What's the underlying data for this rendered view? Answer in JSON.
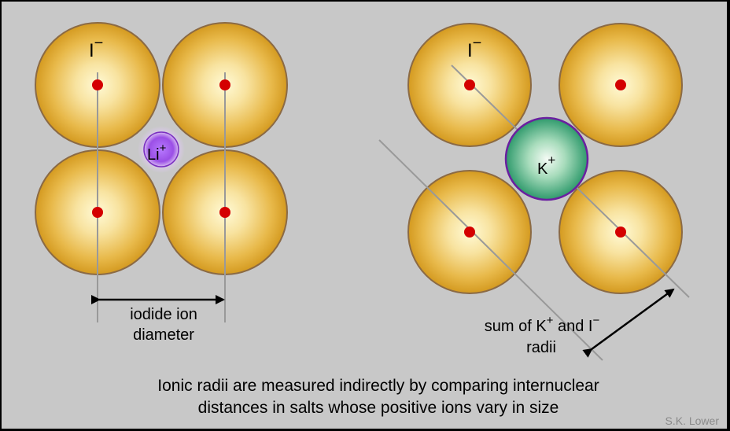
{
  "left_panel": {
    "anion_label": {
      "symbol": "I",
      "charge": "−"
    },
    "cation_label": {
      "symbol": "Li",
      "charge": "+"
    },
    "measure_label": {
      "line1": "iodide ion",
      "line2": "diameter"
    }
  },
  "right_panel": {
    "anion_label": {
      "symbol": "I",
      "charge": "−"
    },
    "cation_label": {
      "symbol": "K",
      "charge": "+"
    },
    "measure_label": {
      "line1_a": "sum of K",
      "line1_sup1": "+",
      "line1_b": " and I",
      "line1_sup2": "−",
      "line2": "radii"
    }
  },
  "caption": {
    "line1": "Ionic radii are measured indirectly by comparing internuclear",
    "line2": "distances in salts whose positive ions vary in size"
  },
  "credit": "S.K. Lower",
  "colors": {
    "background": "#c8c8c8",
    "anion_center": "#fffad2",
    "anion_edge": "#dca01e",
    "anion_outline": "#8a6a40",
    "nucleus": "#d40000",
    "lithium_fill": "#b97bf0",
    "potassium_fill": "#3fa77a",
    "cation_outline": "#6a1fa0",
    "line": "#9a9a9a"
  }
}
